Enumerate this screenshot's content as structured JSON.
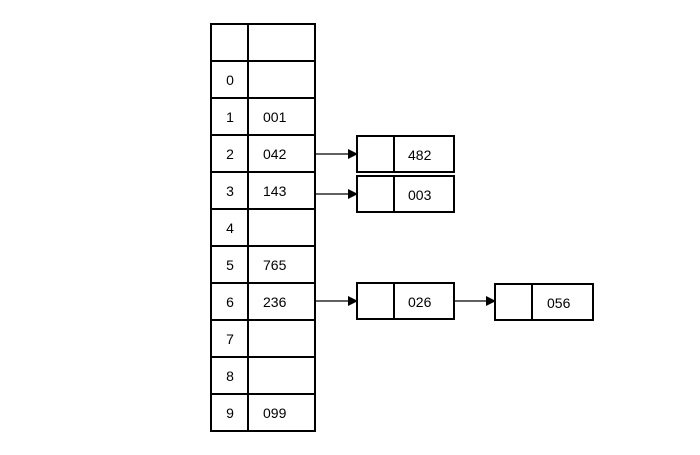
{
  "table": {
    "rows": [
      {
        "index": "",
        "value": ""
      },
      {
        "index": "0",
        "value": ""
      },
      {
        "index": "1",
        "value": "001"
      },
      {
        "index": "2",
        "value": "042"
      },
      {
        "index": "3",
        "value": "143"
      },
      {
        "index": "4",
        "value": ""
      },
      {
        "index": "5",
        "value": "765"
      },
      {
        "index": "6",
        "value": "236"
      },
      {
        "index": "7",
        "value": ""
      },
      {
        "index": "8",
        "value": ""
      },
      {
        "index": "9",
        "value": "099"
      }
    ]
  },
  "chains": {
    "row2": [
      {
        "value": "482"
      }
    ],
    "row3": [
      {
        "value": "003"
      }
    ],
    "row6": [
      {
        "value": "026"
      },
      {
        "value": "056"
      }
    ]
  }
}
